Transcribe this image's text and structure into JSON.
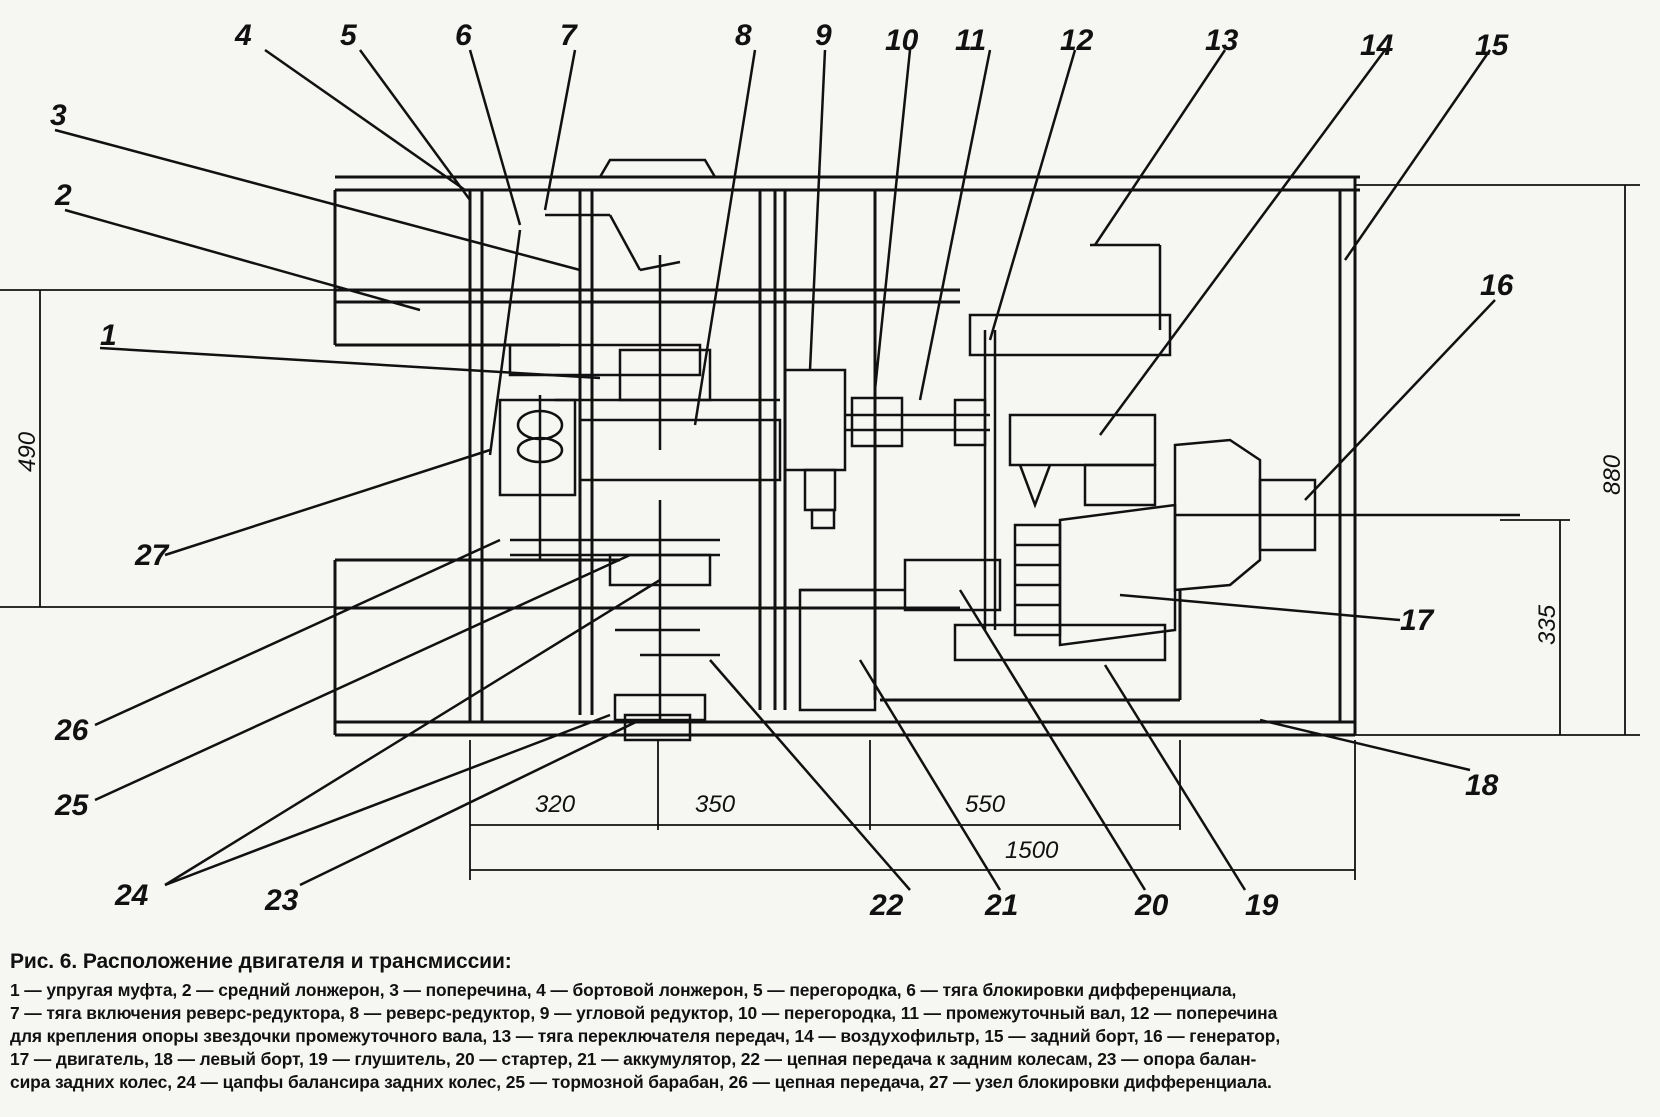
{
  "callouts": {
    "c1": "1",
    "c2": "2",
    "c3": "3",
    "c4": "4",
    "c5": "5",
    "c6": "6",
    "c7": "7",
    "c8": "8",
    "c9": "9",
    "c10": "10",
    "c11": "11",
    "c12": "12",
    "c13": "13",
    "c14": "14",
    "c15": "15",
    "c16": "16",
    "c17": "17",
    "c18": "18",
    "c19": "19",
    "c20": "20",
    "c21": "21",
    "c22": "22",
    "c23": "23",
    "c24": "24",
    "c25": "25",
    "c26": "26",
    "c27": "27"
  },
  "dimensions": {
    "d490": "490",
    "d880": "880",
    "d335": "335",
    "d320": "320",
    "d350": "350",
    "d550": "550",
    "d1500": "1500"
  },
  "caption": {
    "title": "Рис. 6. Расположение двигателя и трансмиссии:",
    "lines": [
      "1 — упругая муфта, 2 — средний лонжерон, 3 — поперечина, 4 — бортовой лонжерон, 5 — перегородка, 6 — тяга блокировки дифференциала,",
      "7 — тяга включения реверс-редуктора, 8 — реверс-редуктор, 9 — угловой редуктор, 10 — перегородка, 11 — промежуточный вал, 12 — поперечина",
      "для крепления опоры звездочки промежуточного вала, 13 — тяга переключателя передач, 14 — воздухофильтр, 15 — задний борт, 16 — генератор,",
      "17 — двигатель, 18 — левый борт, 19 — глушитель, 20 — стартер, 21 — аккумулятор, 22 — цепная передача к задним колесам, 23 — опора балан-",
      "сира задних колес, 24 — цапфы балансира задних колес, 25 — тормозной барабан, 26 — цепная передача, 27 — узел блокировки дифференциала."
    ]
  }
}
